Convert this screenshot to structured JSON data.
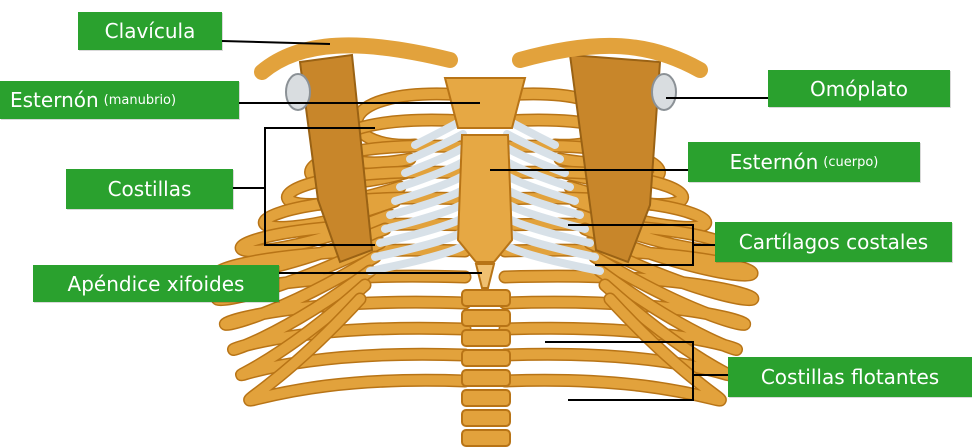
{
  "colors": {
    "label_background": "#2aa12e",
    "label_text": "#ffffff",
    "bone": "#e2a23c",
    "bone_dark": "#b87416",
    "cartilage": "#d8e1e8",
    "leader_line": "#000000"
  },
  "labels": {
    "clavicula": "Clavícula",
    "esternon_manubrio": {
      "main": "Esternón",
      "sub": "(manubrio)"
    },
    "costillas": "Costillas",
    "apendice_xifoides": "Apéndice xifoides",
    "omoplato": "Omóplato",
    "esternon_cuerpo": {
      "main": "Esternón",
      "sub": "(cuerpo)"
    },
    "cartilagos_costales": "Cartílagos costales",
    "costillas_flotantes": "Costillas flotantes"
  }
}
